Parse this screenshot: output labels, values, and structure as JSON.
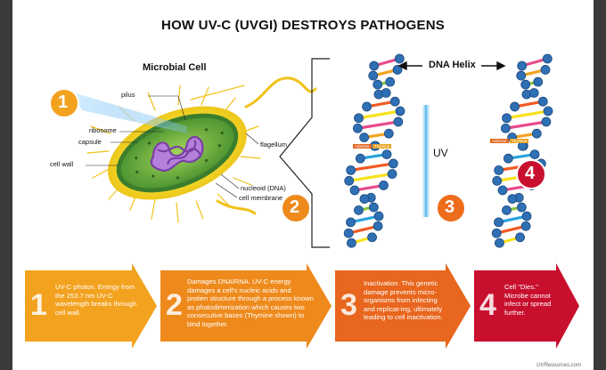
{
  "title": "HOW UV-C (UVGI) DESTROYS PATHOGENS",
  "cell": {
    "heading": "Microbial Cell",
    "labels": {
      "pilus": "pilus",
      "ribosome": "ribosome",
      "capsule": "capsule",
      "cell_wall": "cell wall",
      "flagellum": "flagellum",
      "nucleoid": "nucleoid (DNA)",
      "membrane": "cell membrane"
    }
  },
  "helix": {
    "heading": "DNA Helix",
    "uv_label": "UV",
    "base_a": "Adenine",
    "base_t": "Thymine"
  },
  "markers": [
    "1",
    "2",
    "3",
    "4"
  ],
  "steps": [
    {
      "num": "1",
      "text": "UV-C photon. Energy from the 253.7 nm UV-C wavelength breaks through cell wall."
    },
    {
      "num": "2",
      "text": "Damages DNA/RNA. UV-C energy damages a cell's nucleic acids and protien structure through a process known as photodimerization which causes two consecutive bases (Thymine shown) to bind together."
    },
    {
      "num": "3",
      "text": "Inactivation. This genetic damage prevents micro-organisms from infecting and replicat-ing, ultimately leading to cell inactivation."
    },
    {
      "num": "4",
      "text": "Cell \"Dies.\" Microbe cannot infect or spread further."
    }
  ],
  "footer": "UVResources.com",
  "colors": {
    "orange": "#f3a21f",
    "orange_mid": "#ee8a1c",
    "orange_dark": "#e8661d",
    "red": "#c8102e"
  }
}
